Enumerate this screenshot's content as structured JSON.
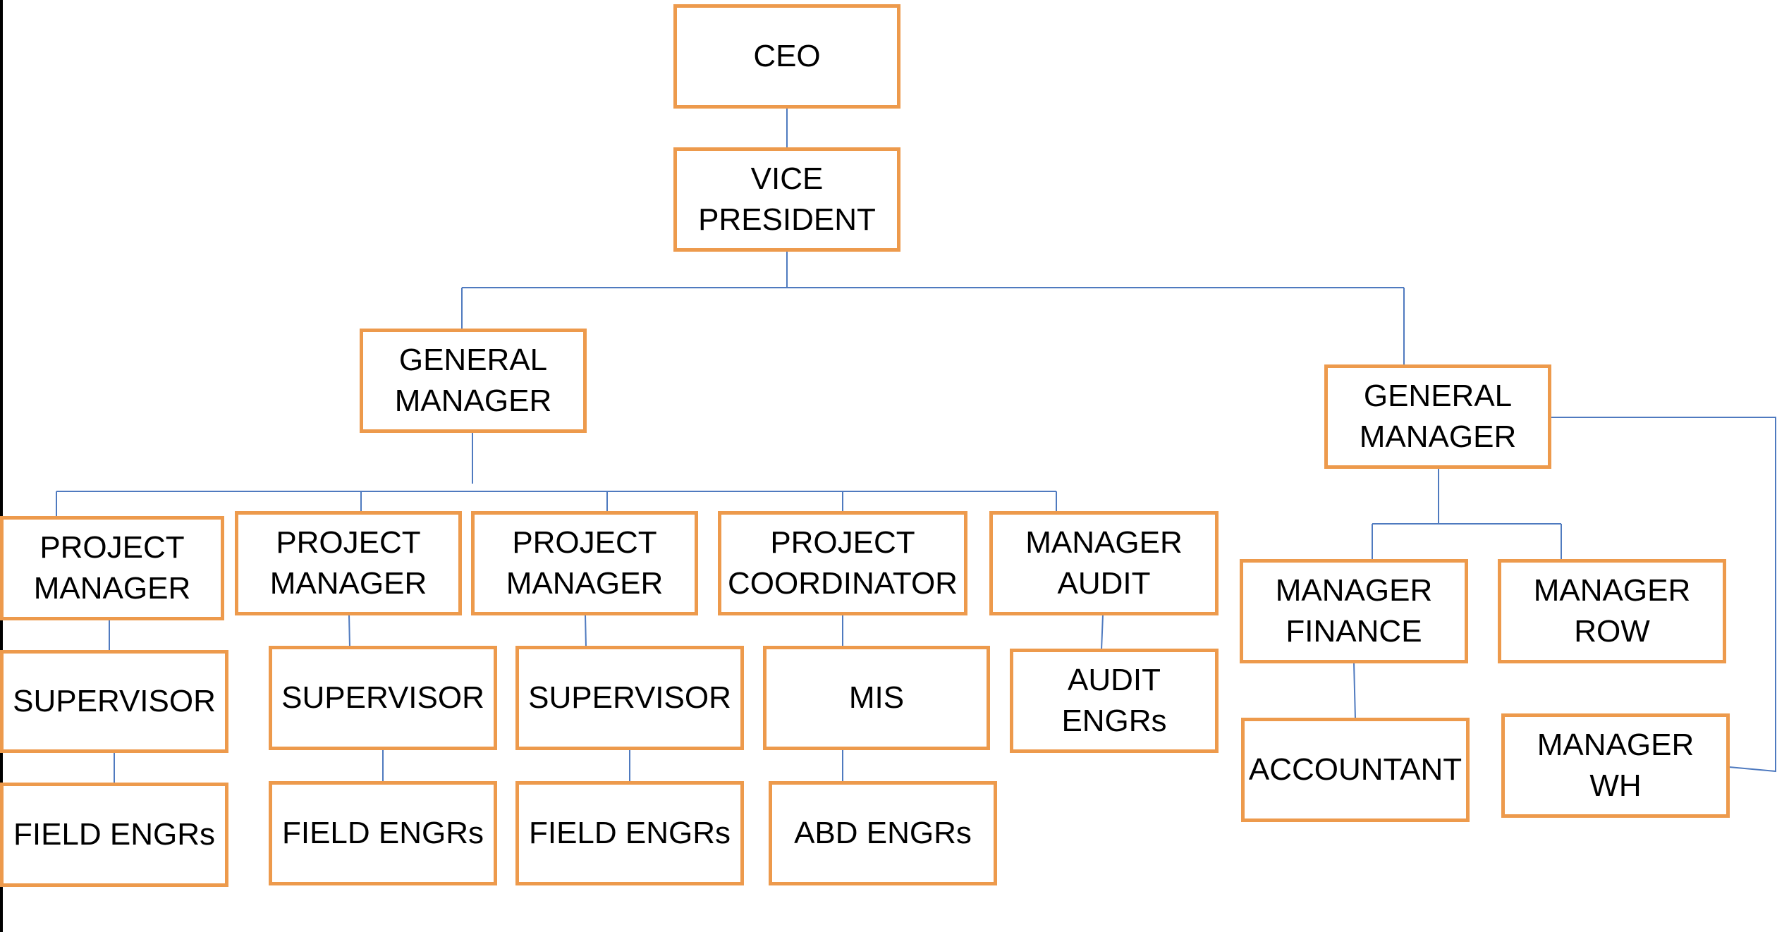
{
  "diagram": {
    "type": "org-chart",
    "colors": {
      "box_border": "#ED9A4C",
      "connector": "#4F7ABF",
      "text": "#000000"
    },
    "nodes": {
      "ceo": "CEO",
      "vp": "VICE\nPRESIDENT",
      "gm_left": "GENERAL\nMANAGER",
      "gm_right": "GENERAL\nMANAGER",
      "pm1": "PROJECT\nMANAGER",
      "pm2": "PROJECT\nMANAGER",
      "pm3": "PROJECT\nMANAGER",
      "pc": "PROJECT\nCOORDINATOR",
      "audit_mgr": "MANAGER\nAUDIT",
      "sup1": "SUPERVISOR",
      "sup2": "SUPERVISOR",
      "sup3": "SUPERVISOR",
      "mis": "MIS",
      "audit_engrs": "AUDIT\nENGRs",
      "fe1": "FIELD ENGRs",
      "fe2": "FIELD ENGRs",
      "fe3": "FIELD ENGRs",
      "abd": "ABD ENGRs",
      "finance": "MANAGER\nFINANCE",
      "row": "MANAGER\nROW",
      "accountant": "ACCOUNTANT",
      "wh": "MANAGER\nWH"
    },
    "edges": [
      [
        "ceo",
        "vp"
      ],
      [
        "vp",
        "gm_left"
      ],
      [
        "vp",
        "gm_right"
      ],
      [
        "gm_left",
        "pm1"
      ],
      [
        "gm_left",
        "pm2"
      ],
      [
        "gm_left",
        "pm3"
      ],
      [
        "gm_left",
        "pc"
      ],
      [
        "gm_left",
        "audit_mgr"
      ],
      [
        "pm1",
        "sup1"
      ],
      [
        "pm2",
        "sup2"
      ],
      [
        "pm3",
        "sup3"
      ],
      [
        "pc",
        "mis"
      ],
      [
        "audit_mgr",
        "audit_engrs"
      ],
      [
        "sup1",
        "fe1"
      ],
      [
        "sup2",
        "fe2"
      ],
      [
        "sup3",
        "fe3"
      ],
      [
        "mis",
        "abd"
      ],
      [
        "gm_right",
        "finance"
      ],
      [
        "gm_right",
        "row"
      ],
      [
        "gm_right",
        "wh"
      ],
      [
        "finance",
        "accountant"
      ]
    ]
  }
}
